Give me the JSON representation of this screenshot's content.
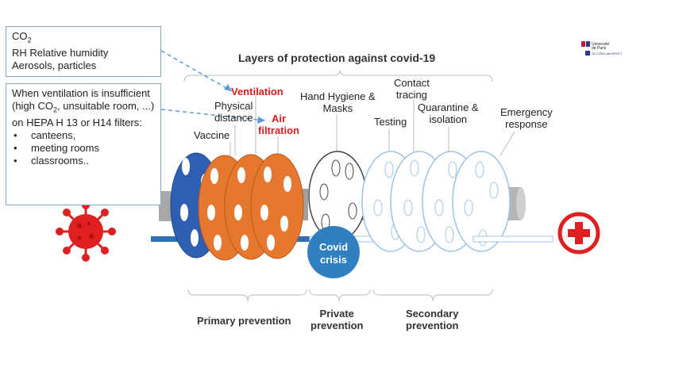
{
  "title": "Layers of protection against covid-19",
  "box_top": {
    "line1_prefix": "CO",
    "line1_sub": "2",
    "line2": "RH Relative humidity",
    "line3": "Aerosols, particles"
  },
  "box_bottom": {
    "intro_1": "When ventilation is insufficient",
    "intro_2a": "(high CO",
    "intro_2_sub": "2",
    "intro_2b": ", unsuitable room, ...)",
    "intro_3": "on HEPA H 13 or H14 filters:",
    "items": [
      "canteens,",
      "meeting rooms",
      "classrooms.."
    ]
  },
  "layers": {
    "ventilation": "Ventilation",
    "physical_1": "Physical",
    "physical_2": "distance",
    "air_1": "Air",
    "air_2": "filtration",
    "vaccine": "Vaccine",
    "hand_1": "Hand Hygiene &",
    "hand_2": "Masks",
    "contact_1": "Contact",
    "contact_2": "tracing",
    "testing": "Testing",
    "quarantine_1": "Quarantine &",
    "quarantine_2": "isolation",
    "emergency_1": "Emergency",
    "emergency_2": "response"
  },
  "center": {
    "crisis_1": "Covid",
    "crisis_2": "crisis"
  },
  "groups": {
    "primary": "Primary prevention",
    "private_1": "Private",
    "private_2": "prevention",
    "secondary_1": "Secondary",
    "secondary_2": "prevention"
  },
  "logo": {
    "line1": "Université",
    "line2": "de Paris",
    "line3": "VICTORIA UNIVERSITY"
  },
  "colors": {
    "blue_disc": "#2f5fb3",
    "orange_disc": "#e5772f",
    "virus": "#e02020",
    "crisis_circle": "#2f7fc1",
    "axis": "#2e6fb5",
    "red_cross": "#e02020"
  }
}
